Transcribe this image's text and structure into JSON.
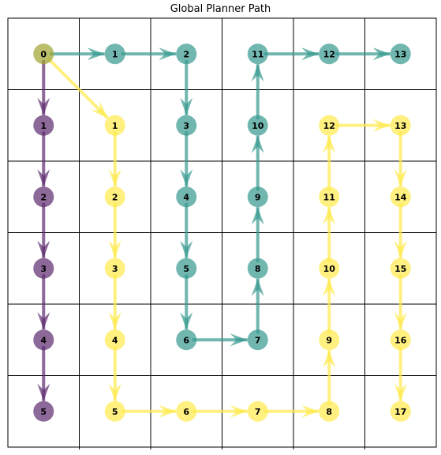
{
  "title": "Global Planner Path",
  "grid": {
    "rows": 6,
    "cols": 6
  },
  "colors": {
    "purple": "#5c2a6e",
    "teal": "#35998f",
    "yellow": "#ffe94a",
    "merge": "#9ea32e",
    "grid_line": "#000000"
  },
  "start_node": {
    "label": "0",
    "cell": [
      0,
      0
    ]
  },
  "paths": [
    {
      "color_key": "purple",
      "nodes": [
        {
          "label": "1",
          "cell": [
            1,
            0
          ]
        },
        {
          "label": "2",
          "cell": [
            2,
            0
          ]
        },
        {
          "label": "3",
          "cell": [
            3,
            0
          ]
        },
        {
          "label": "4",
          "cell": [
            4,
            0
          ]
        },
        {
          "label": "5",
          "cell": [
            5,
            0
          ]
        }
      ]
    },
    {
      "color_key": "teal",
      "nodes": [
        {
          "label": "1",
          "cell": [
            0,
            1
          ]
        },
        {
          "label": "2",
          "cell": [
            0,
            2
          ]
        },
        {
          "label": "3",
          "cell": [
            1,
            2
          ]
        },
        {
          "label": "4",
          "cell": [
            2,
            2
          ]
        },
        {
          "label": "5",
          "cell": [
            3,
            2
          ]
        },
        {
          "label": "6",
          "cell": [
            4,
            2
          ]
        },
        {
          "label": "7",
          "cell": [
            4,
            3
          ]
        },
        {
          "label": "8",
          "cell": [
            3,
            3
          ]
        },
        {
          "label": "9",
          "cell": [
            2,
            3
          ]
        },
        {
          "label": "10",
          "cell": [
            1,
            3
          ]
        },
        {
          "label": "11",
          "cell": [
            0,
            3
          ]
        },
        {
          "label": "12",
          "cell": [
            0,
            4
          ]
        },
        {
          "label": "13",
          "cell": [
            0,
            5
          ]
        }
      ]
    },
    {
      "color_key": "yellow",
      "nodes": [
        {
          "label": "1",
          "cell": [
            1,
            1
          ]
        },
        {
          "label": "2",
          "cell": [
            2,
            1
          ]
        },
        {
          "label": "3",
          "cell": [
            3,
            1
          ]
        },
        {
          "label": "4",
          "cell": [
            4,
            1
          ]
        },
        {
          "label": "5",
          "cell": [
            5,
            1
          ]
        },
        {
          "label": "6",
          "cell": [
            5,
            2
          ]
        },
        {
          "label": "7",
          "cell": [
            5,
            3
          ]
        },
        {
          "label": "8",
          "cell": [
            5,
            4
          ]
        },
        {
          "label": "9",
          "cell": [
            4,
            4
          ]
        },
        {
          "label": "10",
          "cell": [
            3,
            4
          ]
        },
        {
          "label": "11",
          "cell": [
            2,
            4
          ]
        },
        {
          "label": "12",
          "cell": [
            1,
            4
          ]
        },
        {
          "label": "13",
          "cell": [
            1,
            5
          ]
        },
        {
          "label": "14",
          "cell": [
            2,
            5
          ]
        },
        {
          "label": "15",
          "cell": [
            3,
            5
          ]
        },
        {
          "label": "16",
          "cell": [
            4,
            5
          ]
        },
        {
          "label": "17",
          "cell": [
            5,
            5
          ]
        }
      ]
    }
  ]
}
